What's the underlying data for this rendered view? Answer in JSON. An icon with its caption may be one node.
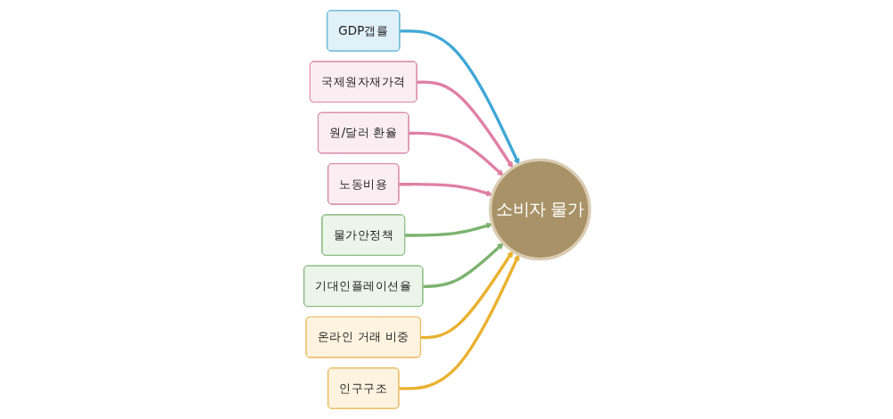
{
  "diagram": {
    "nodes": [
      {
        "text": [
          "GDP갭률"
        ]
      },
      {
        "text": [
          "국제원자재가격"
        ]
      },
      {
        "text": [
          "원/달러 환율"
        ]
      },
      {
        "text": [
          "노동비용"
        ]
      },
      {
        "text": [
          "소비자 물가"
        ]
      },
      {
        "text": [
          "물가안정책"
        ]
      },
      {
        "text": [
          "기대인플레이션율"
        ]
      },
      {
        "text": [
          "온라인 거래 비중"
        ]
      },
      {
        "text": [
          "인구구조"
        ]
      }
    ],
    "edges": [
      {
        "from": 0,
        "to": 4,
        "arrow": "to",
        "color": "#3fa7d6"
      },
      {
        "from": 1,
        "to": 4,
        "arrow": "to"
      },
      {
        "from": 2,
        "to": 4,
        "arrow": "to"
      },
      {
        "from": 3,
        "to": 4,
        "arrow": "to"
      },
      {
        "from": 5,
        "to": 4,
        "arrow": "to",
        "color": "#7cb36e"
      },
      {
        "from": 6,
        "to": 4,
        "arrow": "to",
        "color": "#7cb36e"
      },
      {
        "from": 7,
        "to": 4,
        "arrow": "to",
        "color": "#eab12f"
      },
      {
        "from": 8,
        "to": 4,
        "arrow": "to",
        "color": "#eab12f"
      }
    ]
  }
}
